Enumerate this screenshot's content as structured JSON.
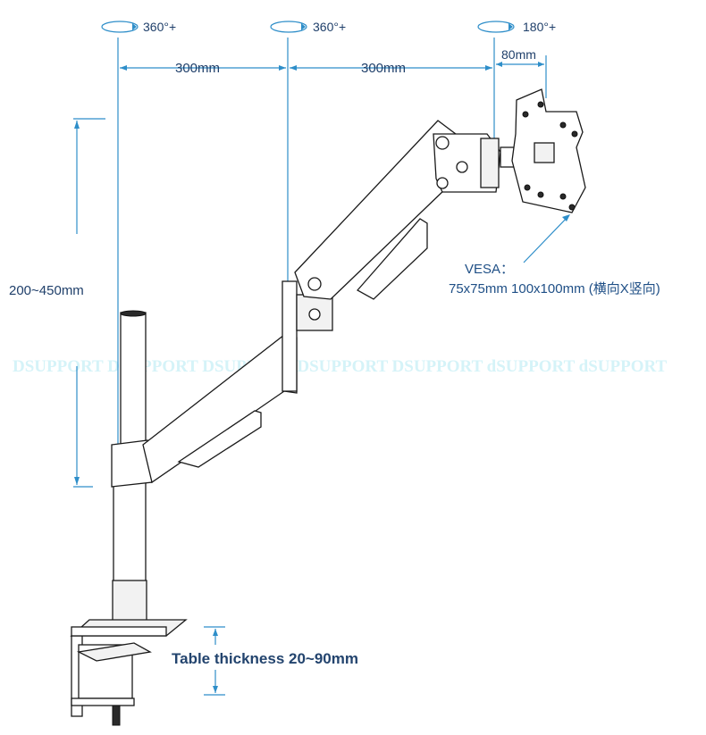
{
  "rotations": {
    "pole": "360°+",
    "elbow": "360°+",
    "tilt": "180°+"
  },
  "dimensions": {
    "arm_length_1": "300mm",
    "arm_length_2": "300mm",
    "plate_offset": "80mm",
    "height_range": "200~450mm",
    "table_thickness": "Table thickness 20~90mm"
  },
  "vesa": {
    "title": "VESA：",
    "sizes": "75x75mm  100x100mm (横向X竖向)"
  },
  "watermark": {
    "text": "DSUPPORT  DSUPPORT  DSUPPORT  DSUPPORT DSUPPORT dSUPPORT dSUPPORT"
  },
  "colors": {
    "dimension_line": "#2e8ec9",
    "label_text": "#1f3f6a",
    "watermark": "#d5f3f8"
  }
}
